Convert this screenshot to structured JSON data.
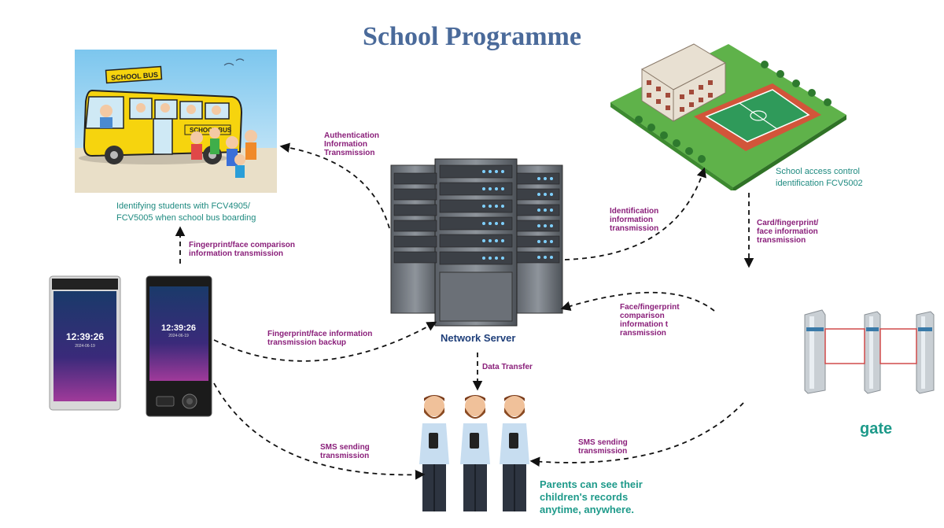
{
  "title": "School Programme",
  "nodes": {
    "bus_caption_1": "Identifying students with FCV4905/",
    "bus_caption_2": "FCV5005 when school bus boarding",
    "bus_sign_1": "SCHOOL BUS",
    "bus_sign_2": "SCHOOL BUS",
    "school_caption_1": "School access control",
    "school_caption_2": "identification FCV5002",
    "server_label": "Network Server",
    "gate_label": "gate",
    "parents_1": "Parents can see their",
    "parents_2": "children's records",
    "parents_3": "anytime, anywhere.",
    "device_time": "12:39:26",
    "device_date": "2024-06-19"
  },
  "edges": {
    "auth": [
      "Authentication",
      "Information",
      "Transmission"
    ],
    "fingerprint_compare": [
      "Fingerprint/face comparison",
      "information transmission"
    ],
    "identification": [
      "Identification",
      "information",
      "transmission"
    ],
    "card_fingerprint": [
      "Card/fingerprint/",
      "face information",
      "transmission"
    ],
    "face_compare": [
      "Face/fingerprint",
      "comparison",
      "information t",
      "ransmission"
    ],
    "backup": [
      "Fingerprint/face information",
      "transmission backup"
    ],
    "data_transfer": "Data Transfer",
    "sms_left": [
      "SMS sending",
      "transmission"
    ],
    "sms_right": [
      "SMS sending",
      "transmission"
    ]
  },
  "colors": {
    "title": "#4a6a9a",
    "edge_label": "#8a1f7a",
    "caption": "#1e8a80",
    "server_label": "#1f3f7a"
  }
}
